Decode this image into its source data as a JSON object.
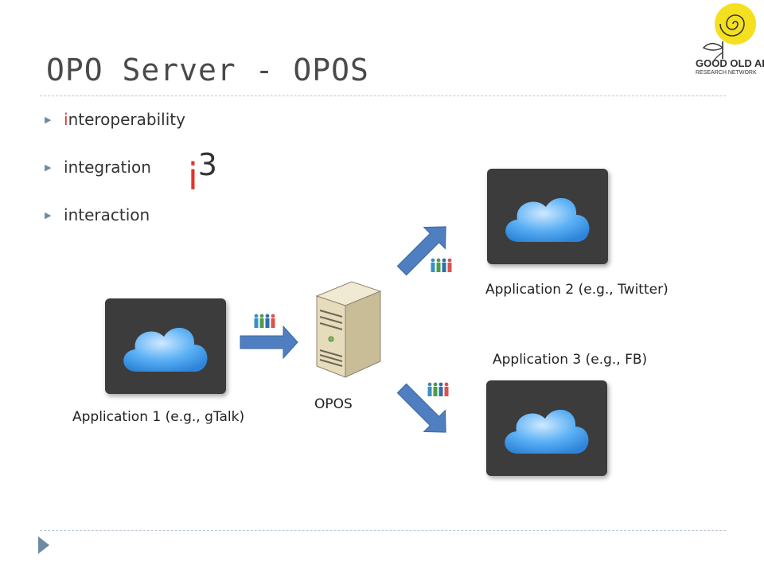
{
  "slide": {
    "title": "OPO Server - OPOS",
    "bullets": [
      {
        "first": "i",
        "rest": "nteroperability"
      },
      {
        "first": "i",
        "rest": "ntegration"
      },
      {
        "first": "i",
        "rest": "nteraction"
      }
    ],
    "i3": {
      "letter": "i",
      "superscript": "3"
    }
  },
  "logo": {
    "line1": "GOOD OLD AI",
    "line2": "RESEARCH NETWORK"
  },
  "diagram": {
    "app1_label": "Application 1 (e.g., gTalk)",
    "app2_label": "Application 2 (e.g., Twitter)",
    "app3_label": "Application 3 (e.g., FB)",
    "server_label": "OPOS"
  },
  "colors": {
    "accent_red": "#e0342b",
    "cloud_blue": "#4aa3f0",
    "box_dark": "#3c3c3c",
    "arrow_blue": "#4f7fc0",
    "logo_yellow": "#f4e01f"
  }
}
